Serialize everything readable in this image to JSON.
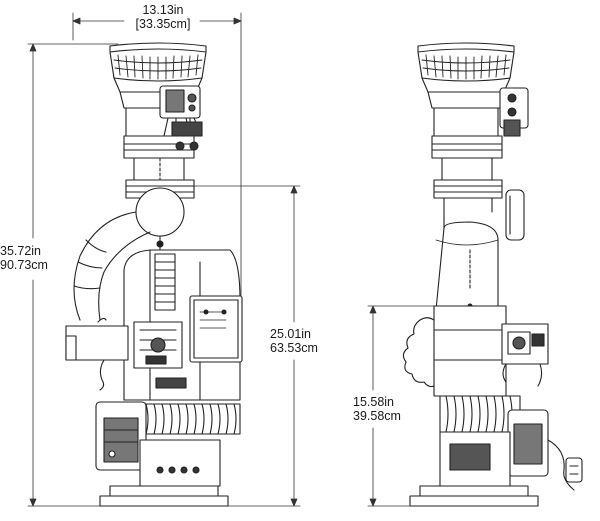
{
  "dimensions": {
    "width": {
      "imperial": "13.13in",
      "metric": "[33.35cm]"
    },
    "overall_height": {
      "imperial": "35.72in",
      "metric": "90.73cm"
    },
    "pivot_height": {
      "imperial": "25.01in",
      "metric": "63.53cm"
    },
    "side_pivot_height": {
      "imperial": "15.58in",
      "metric": "39.58cm"
    }
  }
}
